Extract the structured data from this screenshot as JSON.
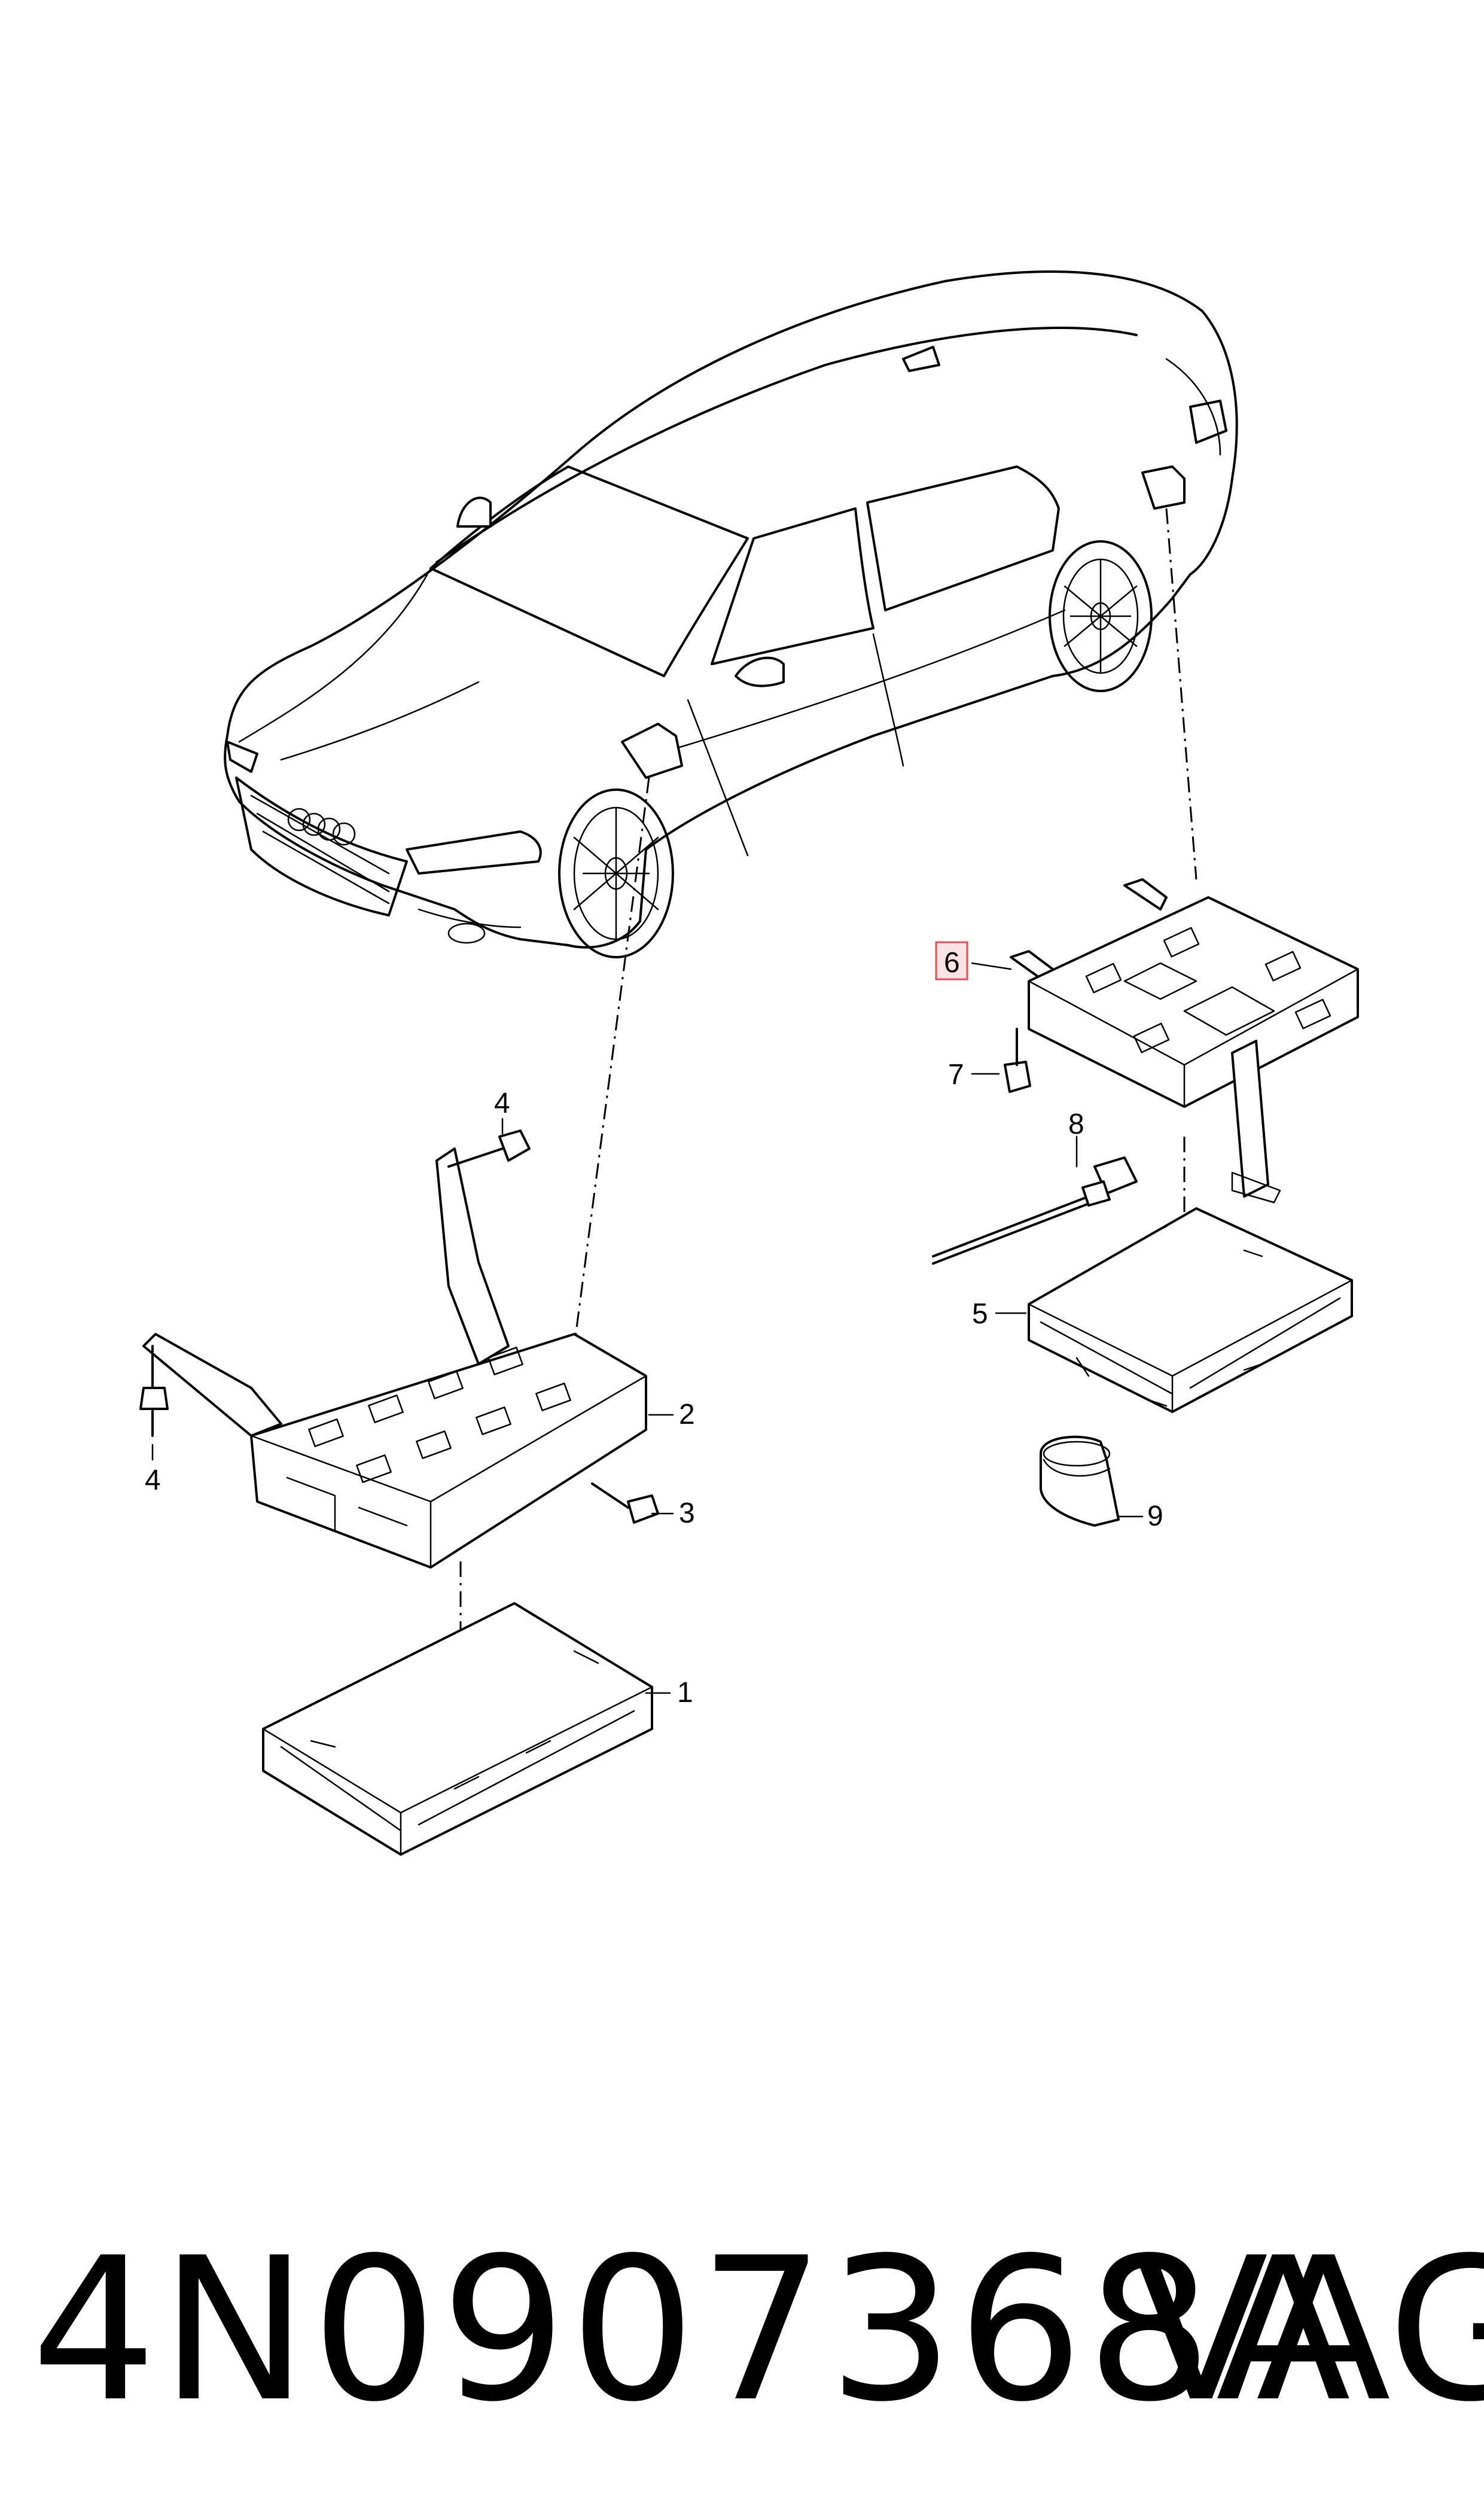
{
  "callouts": {
    "c1": "1",
    "c2": "2",
    "c3": "3",
    "c4a": "4",
    "c4b": "4",
    "c5": "5",
    "c6": "6",
    "c7": "7",
    "c8": "8",
    "c9": "9"
  },
  "highlight_color": "#e0505a",
  "footer": {
    "part_number": "4N0907368A",
    "brand": "VAG"
  }
}
